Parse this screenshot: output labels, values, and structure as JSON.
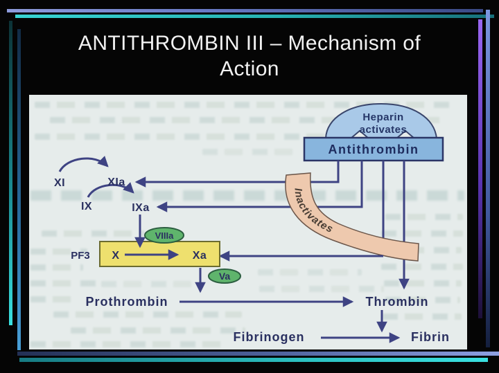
{
  "slide": {
    "title_line1": "ANTITHROMBIN III – Mechanism of",
    "title_line2": "Action"
  },
  "diagram": {
    "heparin": {
      "line1": "Heparin",
      "line2": "activates"
    },
    "antithrombin_label": "Antithrombin",
    "inactivates_label": "Inactivates",
    "factors": {
      "xi": "XI",
      "xia": "XIa",
      "ix": "IX",
      "ixa": "IXa",
      "viiia": "VIIIa",
      "pf3": "PF3",
      "x": "X",
      "xa": "Xa",
      "va": "Va"
    },
    "cascade": {
      "prothrombin": "Prothrombin",
      "thrombin": "Thrombin",
      "fibrinogen": "Fibrinogen",
      "fibrin": "Fibrin"
    },
    "colors": {
      "antithrombin_box": "#88b5dd",
      "heparin_dome": "#a9c9e8",
      "factor_x_box": "#eee06e",
      "cofactor_ellipse": "#5fb46c",
      "inactivates_band": "#eec9ae",
      "arrow": "#3e4383",
      "label_text": "#2a3060",
      "panel_bg": "#e6eceb"
    }
  }
}
